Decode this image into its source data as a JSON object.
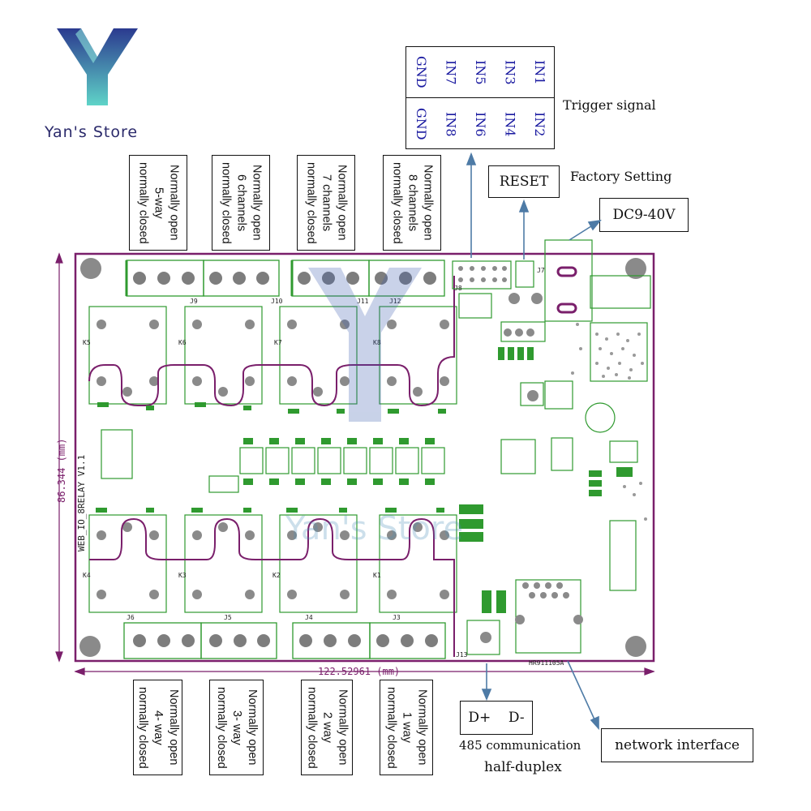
{
  "brand": {
    "name": "Yan's Store",
    "watermark": "Yan's Store"
  },
  "trigger": {
    "top_pins": [
      "IN1",
      "IN3",
      "IN5",
      "IN7",
      "GND"
    ],
    "bottom_pins": [
      "IN2",
      "IN4",
      "IN6",
      "IN8",
      "GND"
    ],
    "label": "Trigger signal"
  },
  "reset": {
    "button": "RESET",
    "label": "Factory Setting"
  },
  "power": {
    "label": "DC9-40V"
  },
  "rs485": {
    "pins": "D+    D-",
    "label_line1": "485 communication",
    "label_line2": "half-duplex"
  },
  "network": {
    "label": "network interface"
  },
  "top_relays": [
    {
      "line1": "Normally open",
      "line2": "5-way",
      "line3": "normally closed"
    },
    {
      "line1": "Normally open",
      "line2": "6 channels",
      "line3": "normally closed"
    },
    {
      "line1": "Normally open",
      "line2": "7 channels",
      "line3": "normally closed"
    },
    {
      "line1": "Normally open",
      "line2": "8 channels",
      "line3": "normally closed"
    }
  ],
  "bottom_relays": [
    {
      "line1": "Normally open",
      "line2": "4- way",
      "line3": "normally closed"
    },
    {
      "line1": "Normally open",
      "line2": "3- way",
      "line3": "normally closed"
    },
    {
      "line1": "Normally open",
      "line2": "2 way",
      "line3": "normally closed"
    },
    {
      "line1": "Normally open",
      "line2": "1 way",
      "line3": "normally closed"
    }
  ],
  "board": {
    "name": "WEB_IO_8RELAY V1.1",
    "width_dim": "122.52961 (mm)",
    "height_dim": "86.344 (mm)",
    "relay_labels_top": [
      "K5",
      "K6",
      "K7",
      "K8"
    ],
    "relay_labels_bottom": [
      "K4",
      "K3",
      "K2",
      "K1"
    ],
    "connectors_top": [
      "J9",
      "J10",
      "J11",
      "J12"
    ],
    "connectors_bottom": [
      "J6",
      "J5",
      "J4",
      "J3"
    ],
    "jack_labels": [
      "J7",
      "J13",
      "J8"
    ],
    "ethernet_label": "HR911105A"
  },
  "colors": {
    "board_outline": "#7a1f6b",
    "pcb_trace": "#2f9a2f",
    "pin_text": "#1a1aa0",
    "arrow": "#4e7ba6",
    "logo_top": "#2b3a8f",
    "logo_bottom": "#5fd4c8"
  }
}
